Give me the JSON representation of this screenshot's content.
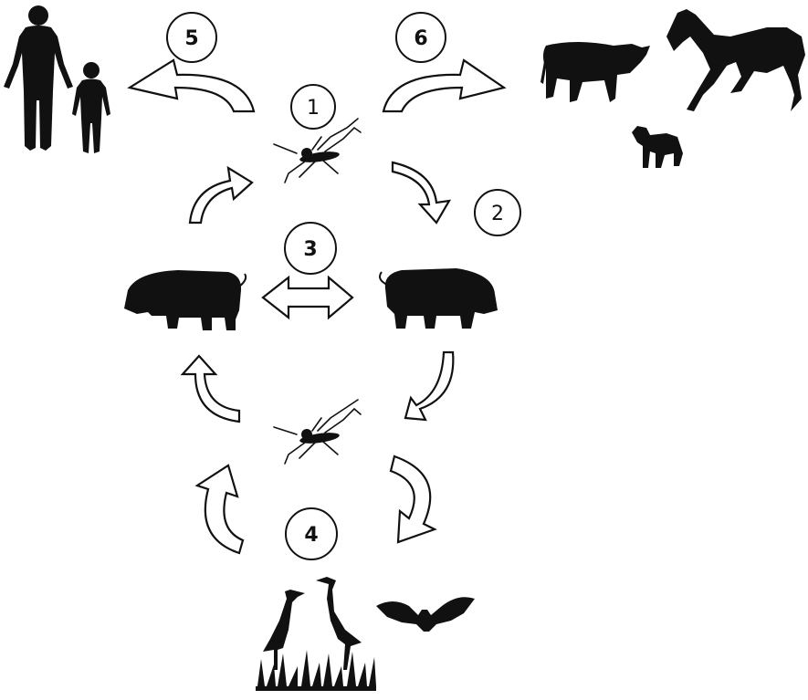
{
  "colors": {
    "ink": "#111111",
    "paper": "#ffffff"
  },
  "steps": [
    {
      "id": "1",
      "label": "1"
    },
    {
      "id": "2",
      "label": "2"
    },
    {
      "id": "3",
      "label": "3"
    },
    {
      "id": "4",
      "label": "4"
    },
    {
      "id": "5",
      "label": "5"
    },
    {
      "id": "6",
      "label": "6"
    }
  ],
  "icons": [
    "mosquito-icon",
    "pig-icon",
    "human-adult-icon",
    "human-child-icon",
    "cow-icon",
    "horse-icon",
    "dog-icon",
    "heron-icon",
    "bat-icon",
    "grass-icon"
  ]
}
